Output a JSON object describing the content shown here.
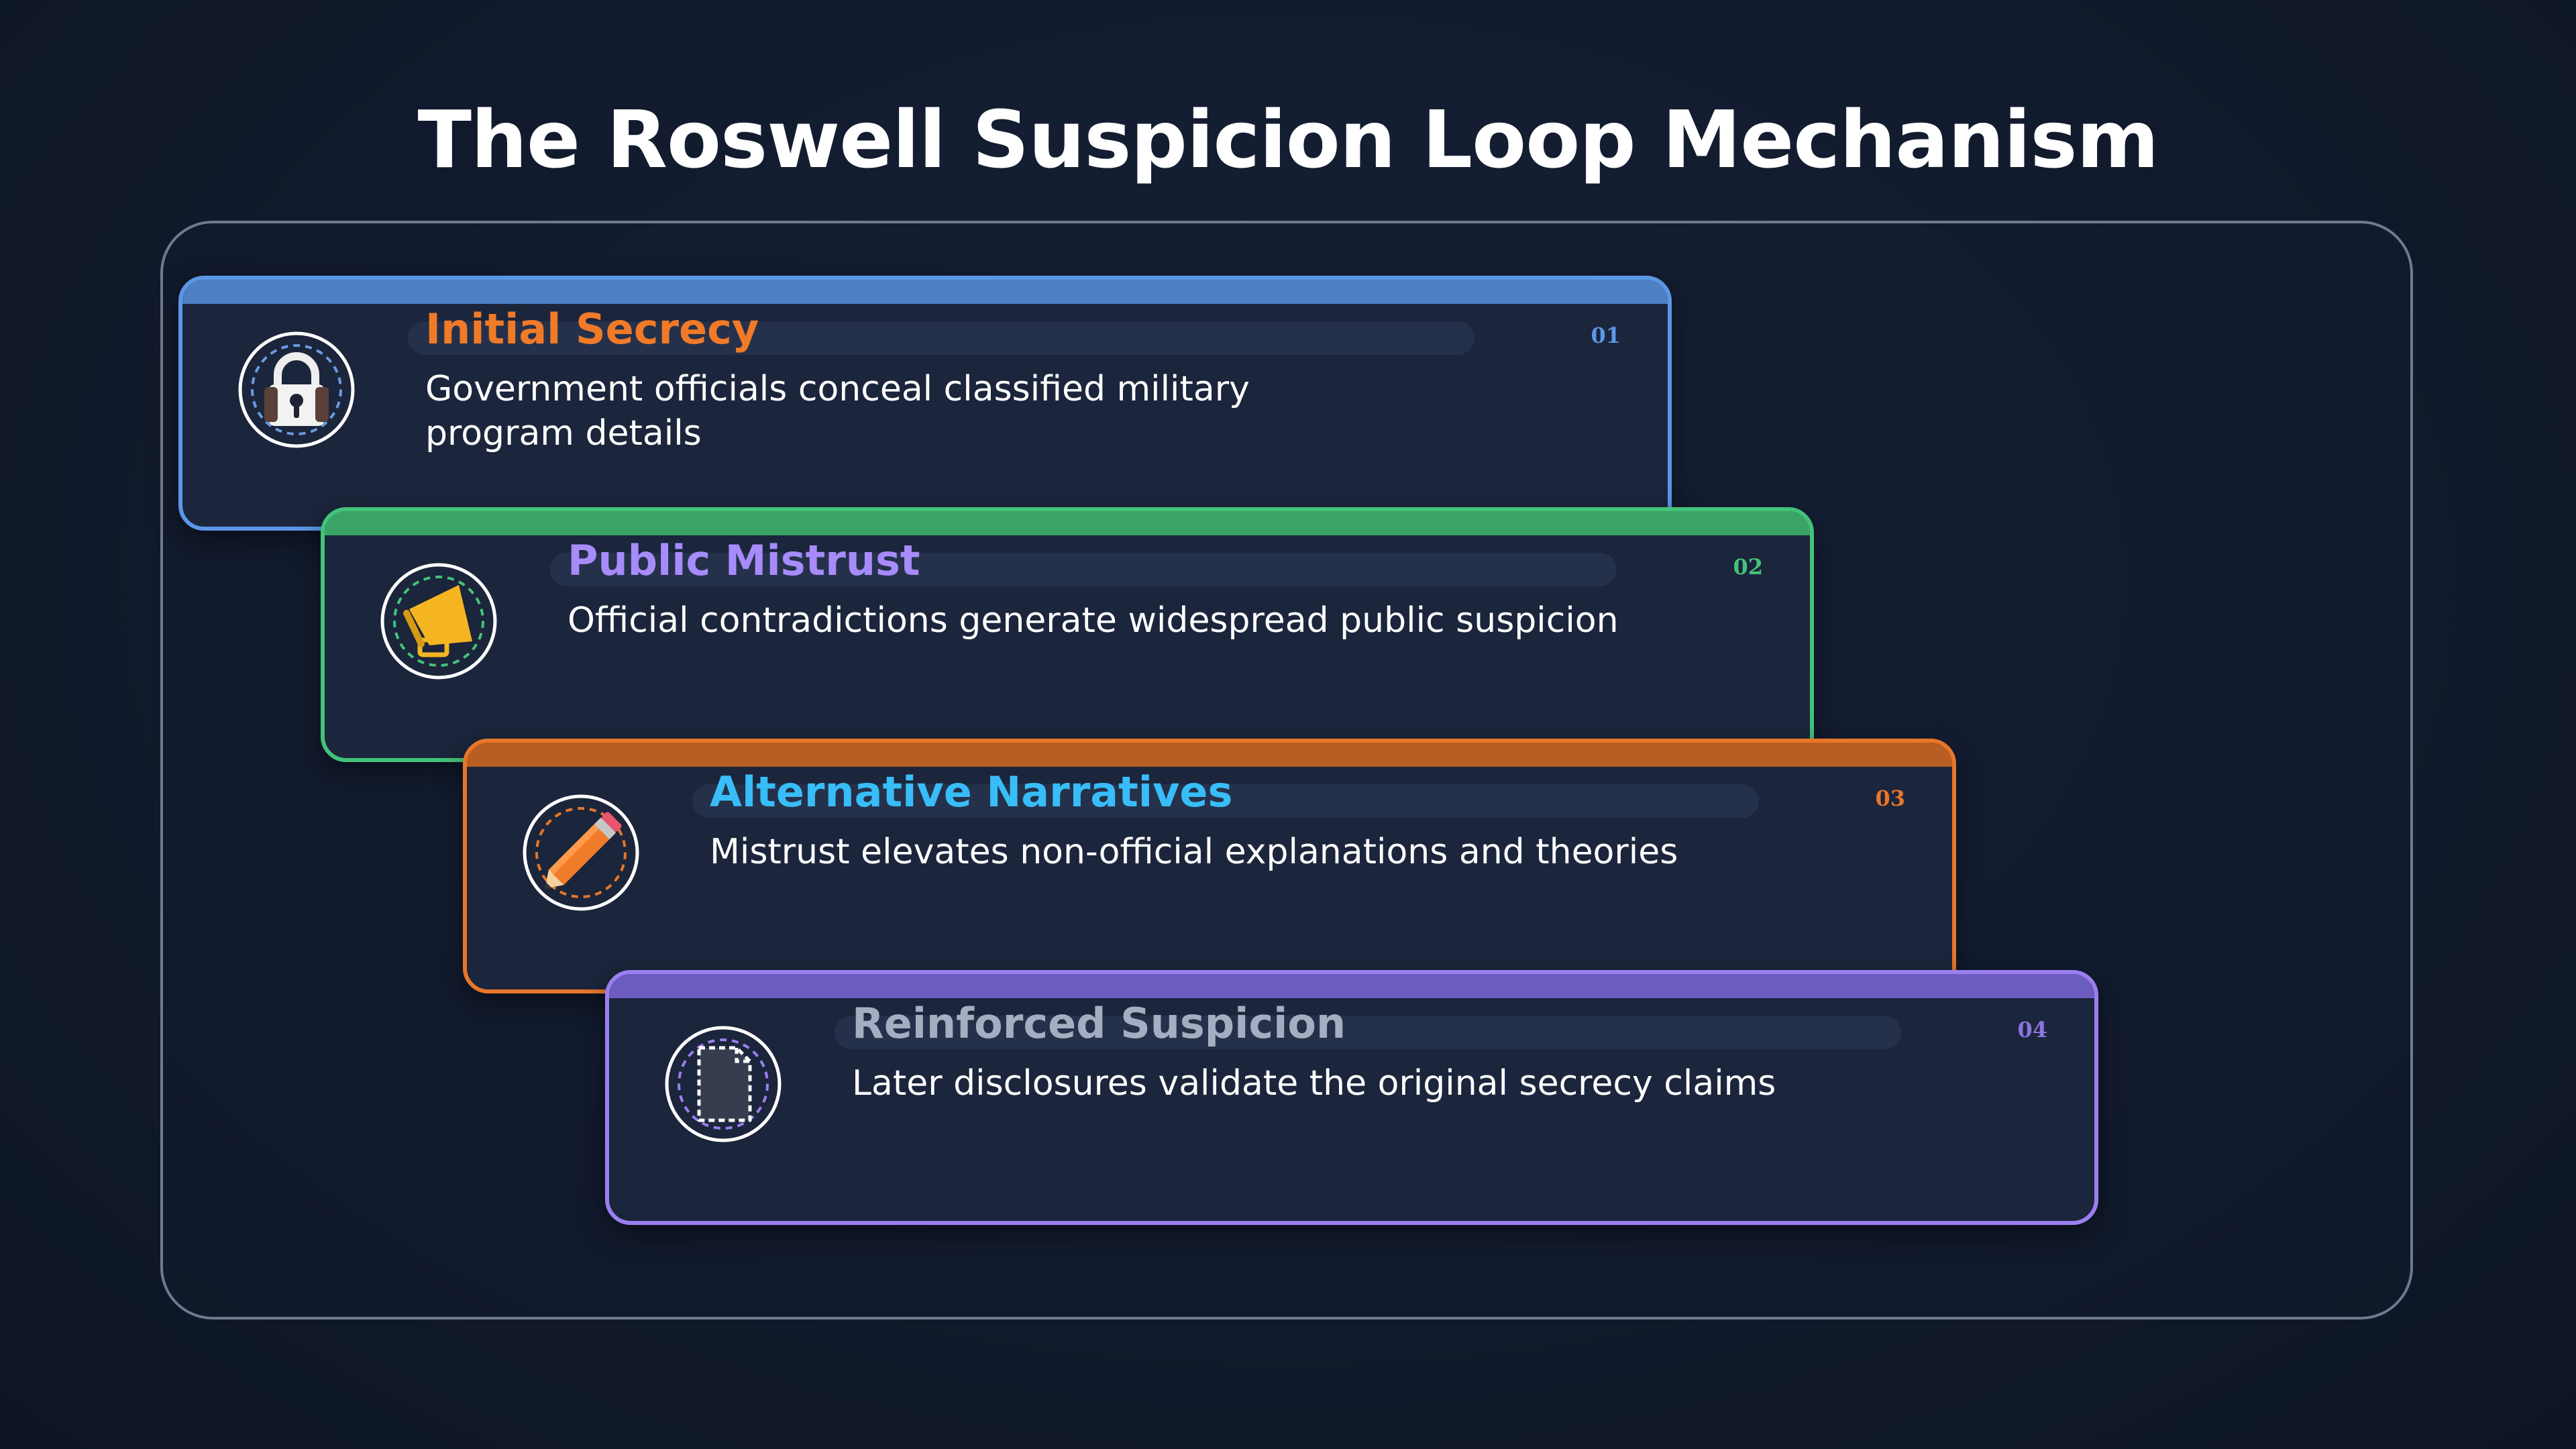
{
  "page": {
    "title": "The Roswell Suspicion Loop Mechanism"
  },
  "steps": [
    {
      "number": "01",
      "title": "Initial Secrecy",
      "description": "Government officials conceal classified military program details",
      "icon": "padlock-icon",
      "border_color": "#5b97e6",
      "title_color": "#f07a28",
      "number_color": "#5b97e6"
    },
    {
      "number": "02",
      "title": "Public Mistrust",
      "description": "Official contradictions generate widespread public suspicion",
      "icon": "megaphone-icon",
      "border_color": "#44c27a",
      "title_color": "#a78bfa",
      "number_color": "#44c27a"
    },
    {
      "number": "03",
      "title": "Alternative Narratives",
      "description": "Mistrust elevates non-official explanations and theories",
      "icon": "pencil-icon",
      "border_color": "#e8762a",
      "title_color": "#38bdf8",
      "number_color": "#e8762a"
    },
    {
      "number": "04",
      "title": "Reinforced Suspicion",
      "description": "Later disclosures validate the original secrecy claims",
      "icon": "document-icon",
      "border_color": "#9b7ff0",
      "title_color": "#a5aec0",
      "number_color": "#8b74e0"
    }
  ]
}
